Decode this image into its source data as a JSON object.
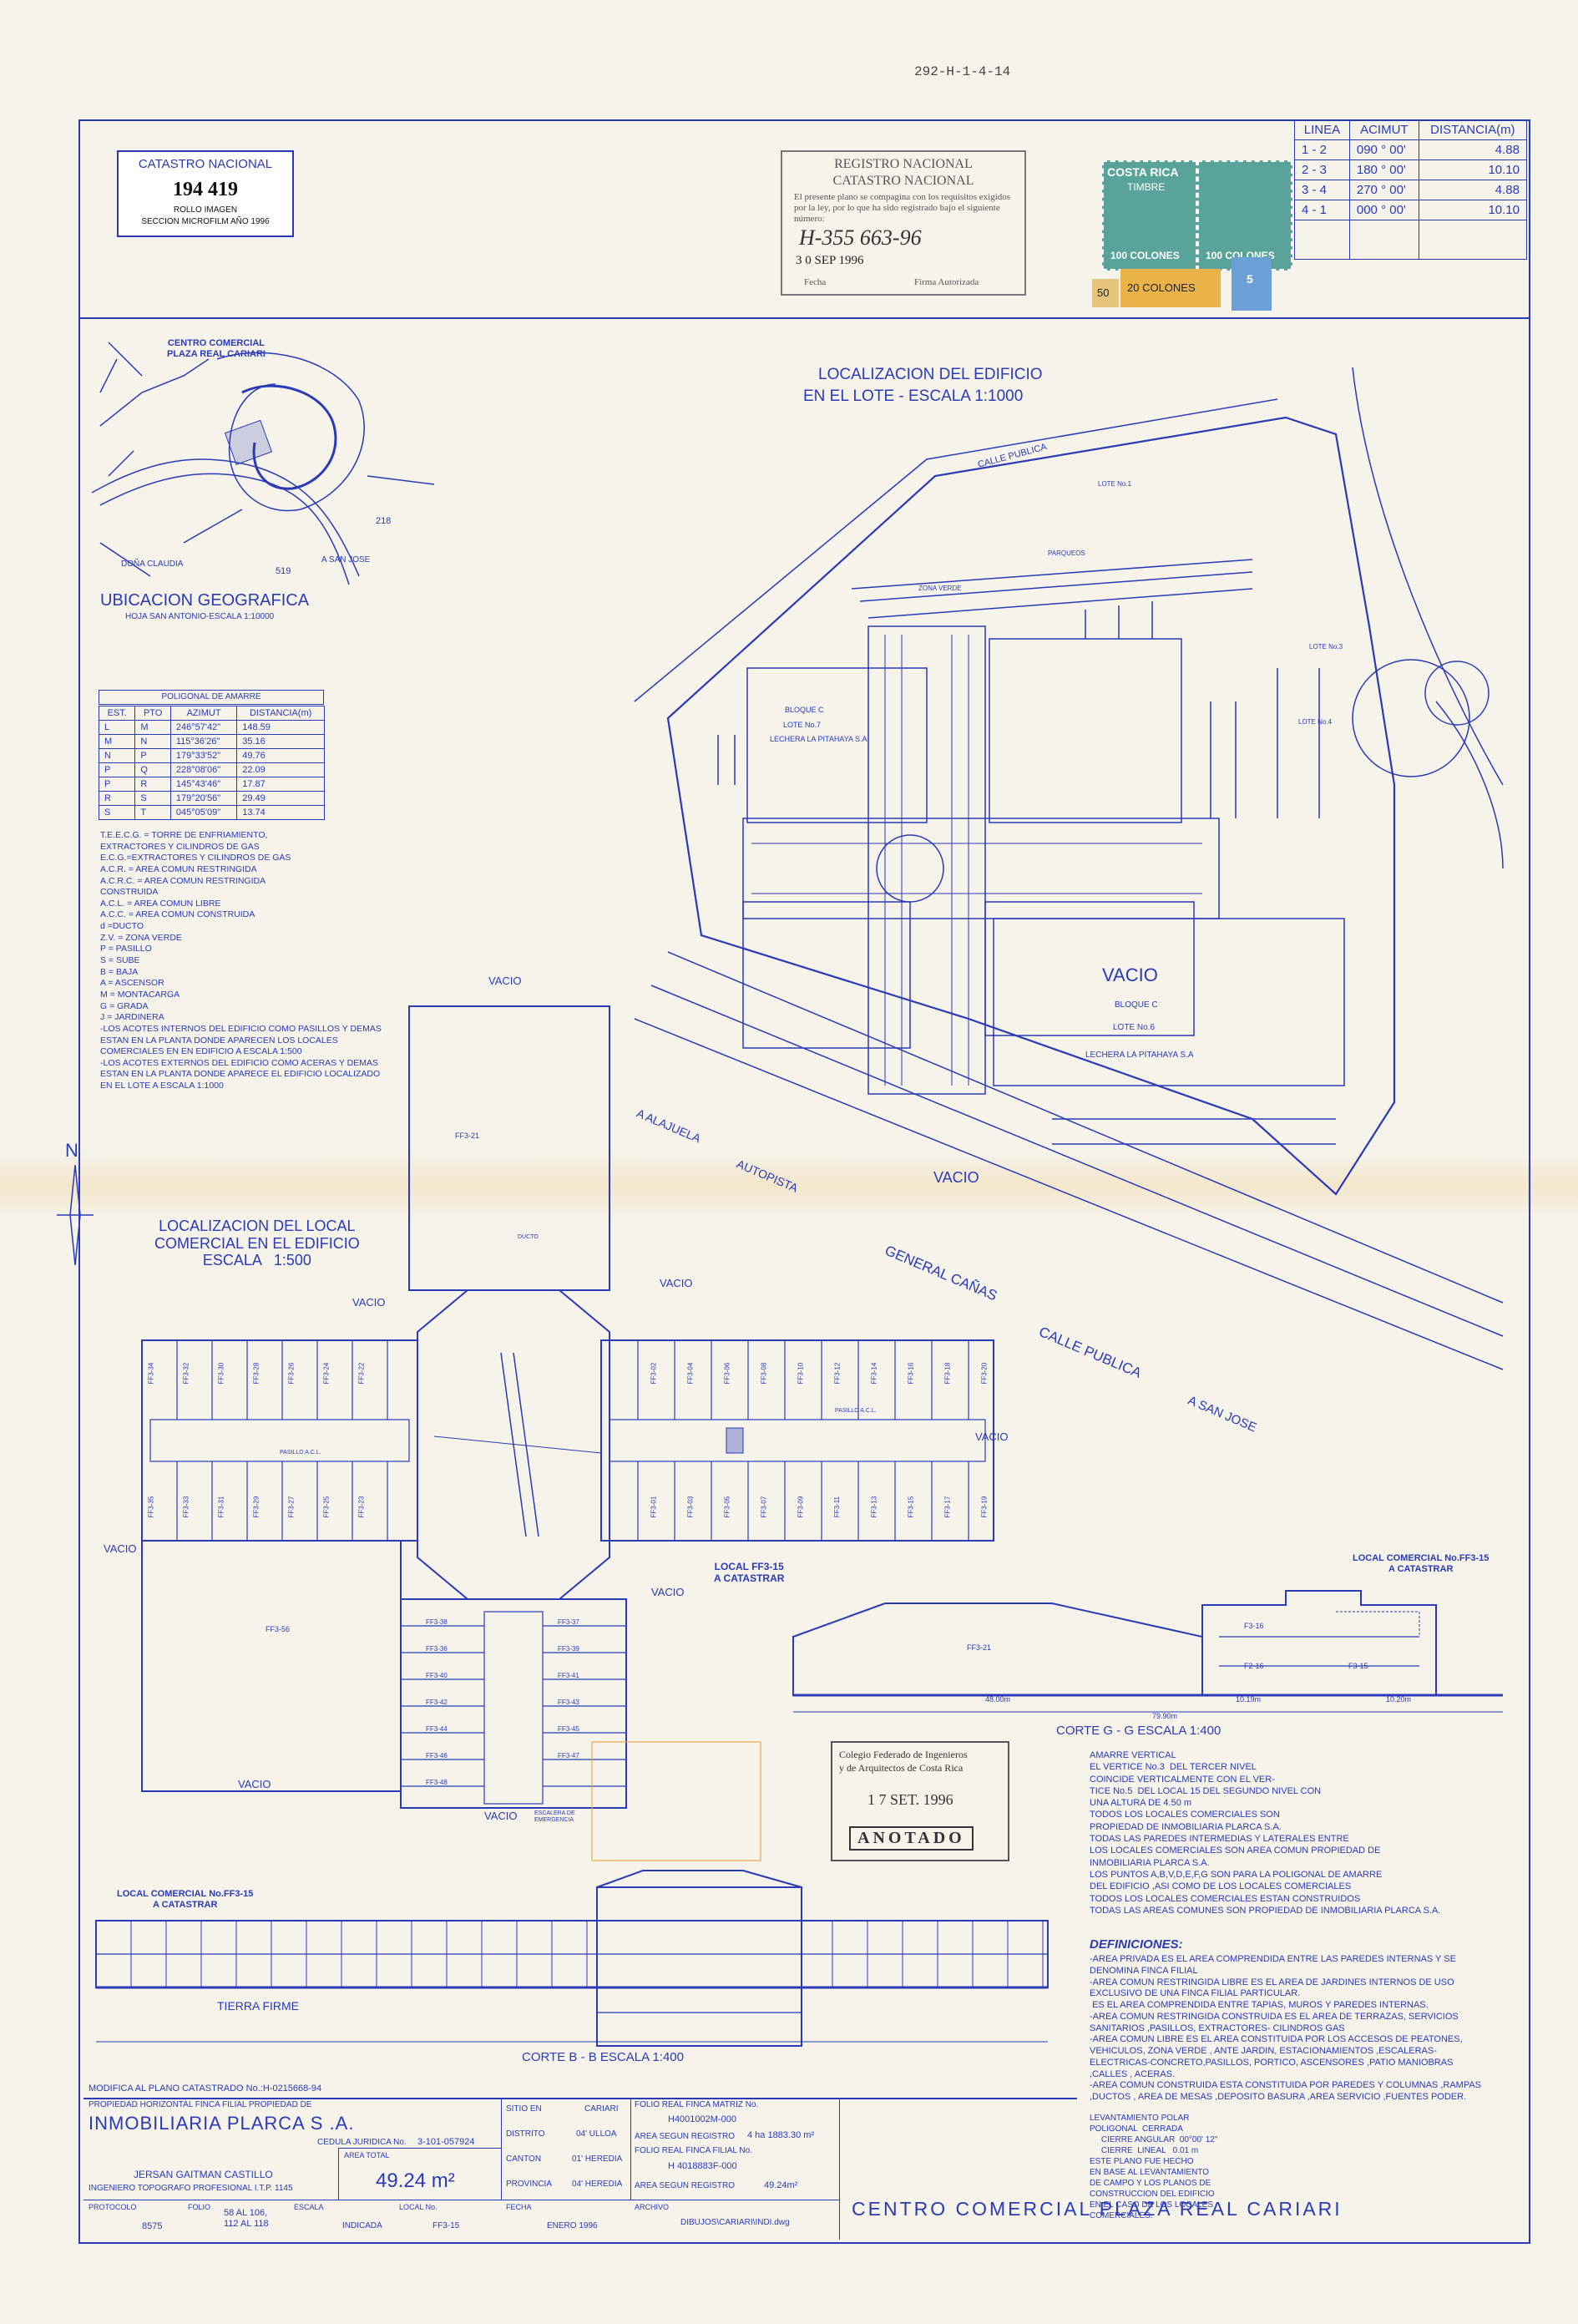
{
  "sheet_code": "292-H-1-4-14",
  "catastro_box": {
    "title": "CATASTRO NACIONAL",
    "number": "194 419",
    "line1": "ROLLO IMAGEN",
    "line2": "SECCION MICROFILM AÑO 1996"
  },
  "registro_stamp": {
    "title1": "REGISTRO NACIONAL",
    "title2": "CATASTRO NACIONAL",
    "text": "El presente plano se compagina con los requisitos exigidos por la ley, por lo que ha sido registrado bajo el siguiente número:",
    "number": "H-355 663-96",
    "date": "3 0 SEP 1996",
    "fecha_label": "Fecha",
    "firma_label": "Firma Autorizada"
  },
  "stamps_tax": {
    "country": "COSTA RICA",
    "type": "TIMBRE",
    "value1": "100 COLONES",
    "value2": "100 COLONES",
    "value3": "20 COLONES",
    "value4": "50",
    "value5": "5"
  },
  "linea_table": {
    "headers": [
      "LINEA",
      "ACIMUT",
      "DISTANCIA(m)"
    ],
    "rows": [
      [
        "1 - 2",
        "090 ° 00'",
        "4.88"
      ],
      [
        "2 - 3",
        "180 ° 00'",
        "10.10"
      ],
      [
        "3 - 4",
        "270 ° 00'",
        "4.88"
      ],
      [
        "4 - 1",
        "000 ° 00'",
        "10.10"
      ]
    ]
  },
  "location_map": {
    "title": "CENTRO COMERCIAL\nPLAZA REAL CARIARI",
    "caption": "UBICACION GEOGRAFICA",
    "subcaption": "HOJA SAN ANTONIO-ESCALA 1:10000",
    "label_218": "218",
    "label_519": "519",
    "label_dona": "DOÑA CLAUDIA",
    "label_sanjose": "A SAN JOSE"
  },
  "site_plan": {
    "title1": "LOCALIZACION DEL EDIFICIO",
    "title2": "EN EL LOTE - ESCALA 1:1000",
    "calle_publica_top": "CALLE PUBLICA",
    "vacio": "VACIO",
    "bloque": "BLOQUE C",
    "lote6": "LOTE No.6",
    "lechera": "LECHERA LA PITAHAYA S.A",
    "zona_verde": "ZONA VERDE",
    "parqueos": "PARQUEOS",
    "alajuela": "A ALAJUELA",
    "autopista": "AUTOPISTA",
    "general_canas": "GENERAL CAÑAS",
    "calle_publica_bottom": "CALLE PUBLICA",
    "a_san_jose": "A SAN JOSE",
    "vacio2": "VACIO",
    "lote7": "LOTE No.7",
    "lote3": "LOTE No.3",
    "lote4": "LOTE No.4",
    "lote1": "LOTE No.1"
  },
  "poligonal": {
    "title": "POLIGONAL DE AMARRE",
    "headers": [
      "EST.",
      "PTO",
      "AZIMUT",
      "DISTANCIA(m)"
    ],
    "rows": [
      [
        "L",
        "M",
        "246°57'42\"",
        "148.59"
      ],
      [
        "M",
        "N",
        "115°36'26\"",
        "35.16"
      ],
      [
        "N",
        "P",
        "179°33'52\"",
        "49.76"
      ],
      [
        "P",
        "Q",
        "228°08'06\"",
        "22.09"
      ],
      [
        "P",
        "R",
        "145°43'46\"",
        "17.87"
      ],
      [
        "R",
        "S",
        "179°20'56\"",
        "29.49"
      ],
      [
        "S",
        "T",
        "045°05'09\"",
        "13.74"
      ]
    ]
  },
  "legend_text": "T.E.E.C.G. = TORRE DE ENFRIAMIENTO,\nEXTRACTORES Y CILINDROS DE GAS\nE.C.G.=EXTRACTORES Y CILINDROS DE GAS\nA.C.R. = AREA COMUN RESTRINGIDA\nA.C.R.C. = AREA COMUN RESTRINGIDA\nCONSTRUIDA\nA.C.L. = AREA COMUN LIBRE\nA.C.C. = AREA COMUN CONSTRUIDA\nd =DUCTO\nZ.V. = ZONA VERDE\nP = PASILLO\nS = SUBE\nB = BAJA\nA = ASCENSOR\nM = MONTACARGA\nG = GRADA\nJ = JARDINERA\n-LOS ACOTES INTERNOS DEL EDIFICIO COMO PASILLOS Y DEMAS\nESTAN EN LA PLANTA DONDE APARECEN LOS LOCALES\nCOMERCIALES EN EN EDIFICIO A ESCALA 1:500\n-LOS ACOTES EXTERNOS DEL EDIFICIO COMO ACERAS Y DEMAS\nESTAN EN LA PLANTA DONDE APARECE EL EDIFICIO LOCALIZADO\nEN EL LOTE A ESCALA 1:1000",
  "floor_plan": {
    "title": "LOCALIZACION DEL LOCAL\nCOMERCIAL EN EL EDIFICIO\nESCALA   1:500",
    "vacio": "VACIO",
    "north": "N",
    "local_callout": "LOCAL FF3-15\nA CATASTRAR",
    "ff3_21": "FF3-21",
    "ff3_56": "FF3-56",
    "ducto": "DUCTO",
    "pasillo": "PASILLO A.C.L.",
    "escalera": "ESCALERA DE\nEMERGENCIA",
    "top_units": [
      "FF3-34",
      "FF3-32",
      "FF3-30",
      "FF3-28",
      "FF3-26",
      "FF3-24",
      "FF3-22"
    ],
    "bottom_units": [
      "FF3-35",
      "FF3-33",
      "FF3-31",
      "FF3-29",
      "FF3-27",
      "FF3-25",
      "FF3-23"
    ],
    "right_top_units": [
      "FF3-02",
      "FF3-04",
      "FF3-06",
      "FF3-08",
      "FF3-10",
      "FF3-12",
      "FF3-14",
      "FF3-16",
      "FF3-18",
      "FF3-20"
    ],
    "right_bottom_units": [
      "FF3-01",
      "FF3-03",
      "FF3-05",
      "FF3-07",
      "FF3-09",
      "FF3-11",
      "FF3-13",
      "FF3-15",
      "FF3-17",
      "FF3-19"
    ],
    "south_left_units": [
      "FF3-38",
      "FF3-36",
      "FF3-40",
      "FF3-42",
      "FF3-44",
      "FF3-46",
      "FF3-48"
    ],
    "south_right_units": [
      "FF3-37",
      "FF3-39",
      "FF3-41",
      "FF3-43",
      "FF3-45",
      "FF3-47"
    ]
  },
  "section_gg": {
    "title": "CORTE  G - G        ESCALA 1:400",
    "local_callout": "LOCAL COMERCIAL No.FF3-15\nA CATASTRAR",
    "dims": [
      "48.00m",
      "10.19m",
      "10.20m",
      "79.90m"
    ],
    "unit1": "FF3-21",
    "unit2": "F3-16",
    "unit3": "F2-16",
    "unit4": "F3-15"
  },
  "section_bb": {
    "title": "CORTE  B - B   ESCALA 1:400",
    "local_callout": "LOCAL COMERCIAL No.FF3-15\nA CATASTRAR",
    "tierra": "TIERRA FIRME"
  },
  "colegio_stamp": {
    "line1": "Colegio Federado de Ingenieros",
    "line2": "y de Arquitectos de Costa Rica",
    "date": "1 7 SET. 1996",
    "anotado": "ANOTADO"
  },
  "notes": "AMARRE VERTICAL\nEL VERTICE No.3  DEL TERCER NIVEL\nCOINCIDE VERTICALMENTE CON EL VER-\nTICE No.5  DEL LOCAL 15 DEL SEGUNDO NIVEL CON\nUNA ALTURA DE 4.50 m\nTODOS LOS LOCALES COMERCIALES SON\nPROPIEDAD DE INMOBILIARIA PLARCA S.A.\nTODAS LAS PAREDES INTERMEDIAS Y LATERALES ENTRE\nLOS LOCALES COMERCIALES SON AREA COMUN PROPIEDAD DE\nINMOBILIARIA PLARCA S.A.\nLOS PUNTOS A,B,V,D,E,F,G SON PARA LA POLIGONAL DE AMARRE\nDEL EDIFICIO ,ASI COMO DE LOS LOCALES COMERCIALES\nTODOS LOS LOCALES COMERCIALES ESTAN CONSTRUIDOS\nTODAS LAS AREAS COMUNES SON PROPIEDAD DE INMOBILIARIA PLARCA S.A.",
  "definiciones_title": "DEFINICIONES:",
  "definiciones": "-AREA PRIVADA ES EL AREA COMPRENDIDA ENTRE LAS PAREDES INTERNAS Y SE DENOMINA FINCA FILIAL\n-AREA COMUN RESTRINGIDA LIBRE ES EL AREA DE JARDINES INTERNOS DE USO EXCLUSIVO DE UNA FINCA FILIAL PARTICULAR.\n ES EL AREA COMPRENDIDA ENTRE TAPIAS, MUROS Y PAREDES INTERNAS.\n-AREA COMUN RESTRINGIDA CONSTRUIDA ES EL AREA DE TERRAZAS, SERVICIOS SANITARIOS ,PASILLOS, EXTRACTORES- CILINDROS GAS\n-AREA COMUN LIBRE ES EL AREA CONSTITUIDA POR LOS ACCESOS DE PEATONES, VEHICULOS, ZONA VERDE , ANTE JARDIN, ESTACIONAMIENTOS ,ESCALERAS-ELECTRICAS-CONCRETO,PASILLOS, PORTICO, ASCENSORES ,PATIO MANIOBRAS ,CALLES , ACERAS.\n-AREA COMUN CONSTRUIDA ESTA CONSTITUIDA POR PAREDES Y COLUMNAS ,RAMPAS ,DUCTOS , AREA DE MESAS ,DEPOSITO BASURA ,AREA SERVICIO ,FUENTES PODER.",
  "levantamiento": "LEVANTAMIENTO POLAR\nPOLIGONAL  CERRADA\n     CIERRE ANGULAR  00°00' 12\"\n     CIERRE  LINEAL   0.01 m\nESTE PLANO FUE HECHO\nEN BASE AL LEVANTAMIENTO\nDE CAMPO Y LOS PLANOS DE\nCONSTRUCCION DEL EDIFICIO\nEN EL CASO DE LOS LOCALES\nCOMERCIALES.",
  "title_block": {
    "modifica": "MODIFICA AL PLANO CATASTRADO No.:H-0215668-94",
    "propiedad_label": "PROPIEDAD HORIZONTAL FINCA FILIAL PROPIEDAD DE",
    "owner": "INMOBILIARIA PLARCA S .A.",
    "cedula_label": "CEDULA JURIDICA No.",
    "cedula": "3-101-057924",
    "area_total_label": "AREA TOTAL",
    "area_total": "49.24 m²",
    "engineer": "JERSAN GAITMAN CASTILLO",
    "engineer_title": "INGENIERO TOPOGRAFO PROFESIONAL I.T.P.  1145",
    "sitio_label": "SITIO EN",
    "sitio": "CARIARI",
    "distrito_label": "DISTRITO",
    "distrito": "04' ULLOA",
    "canton_label": "CANTON",
    "canton": "01' HEREDIA",
    "provincia_label": "PROVINCIA",
    "provincia": "04' HEREDIA",
    "folio_matriz_label": "FOLIO REAL FINCA MATRIZ No.",
    "folio_matriz": "H4001002M-000",
    "area_reg_label": "AREA SEGUN REGISTRO",
    "area_reg": "4 ha 1883.30 m²",
    "folio_filial_label": "FOLIO REAL FINCA FILIAL No.",
    "folio_filial": "H 4018883F-000",
    "area_reg2_label": "AREA SEGUN REGISTRO",
    "area_reg2": "49.24m²",
    "protocolo_label": "PROTOCOLO",
    "protocolo": "8575",
    "folio_label": "FOLIO",
    "folio": "58 AL 106,\n112 AL 118",
    "escala_label": "ESCALA",
    "escala": "INDICADA",
    "local_label": "LOCAL No.",
    "local": "FF3-15",
    "fecha_label": "FECHA",
    "fecha": "ENERO 1996",
    "archivo_label": "ARCHIVO",
    "archivo": "DIBUJOS\\CARIARI\\INDI.dwg",
    "project": "CENTRO  COMERCIAL  PLAZA  REAL  CARIARI"
  }
}
